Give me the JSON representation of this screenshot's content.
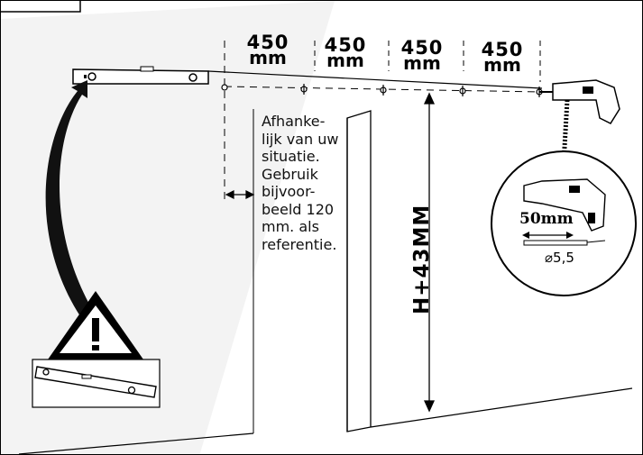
{
  "note_lines": [
    "Afhanke-",
    "lijk van uw",
    "situatie.",
    "Gebruik",
    "bijvoor-",
    "beeld 120",
    "mm. als",
    "referentie."
  ],
  "spacings": [
    {
      "value": "450",
      "unit": "mm"
    },
    {
      "value": "450",
      "unit": "mm"
    },
    {
      "value": "450",
      "unit": "mm"
    },
    {
      "value": "450",
      "unit": "mm"
    }
  ],
  "height_label": "H+43MM",
  "drill": {
    "depth_label": "50mm",
    "diameter_label": "⌀5,5"
  },
  "icons": [
    "warning-icon",
    "spirit-level-icon",
    "drill-icon"
  ]
}
